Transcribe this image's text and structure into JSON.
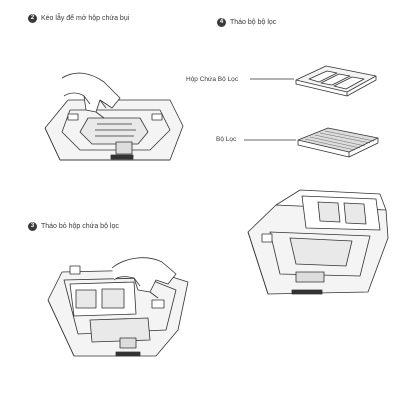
{
  "steps": [
    {
      "number": "2",
      "text": "Kéo lẫy để mở hộp chứa bụi"
    },
    {
      "number": "4",
      "text": "Tháo bộ bộ lọc"
    },
    {
      "number": "3",
      "text": "Tháo bỏ hộp chứa bộ lọc"
    }
  ],
  "callouts": {
    "filter_box": "Hộp Chứa Bộ Lọc",
    "filter": "Bộ Lọc"
  }
}
